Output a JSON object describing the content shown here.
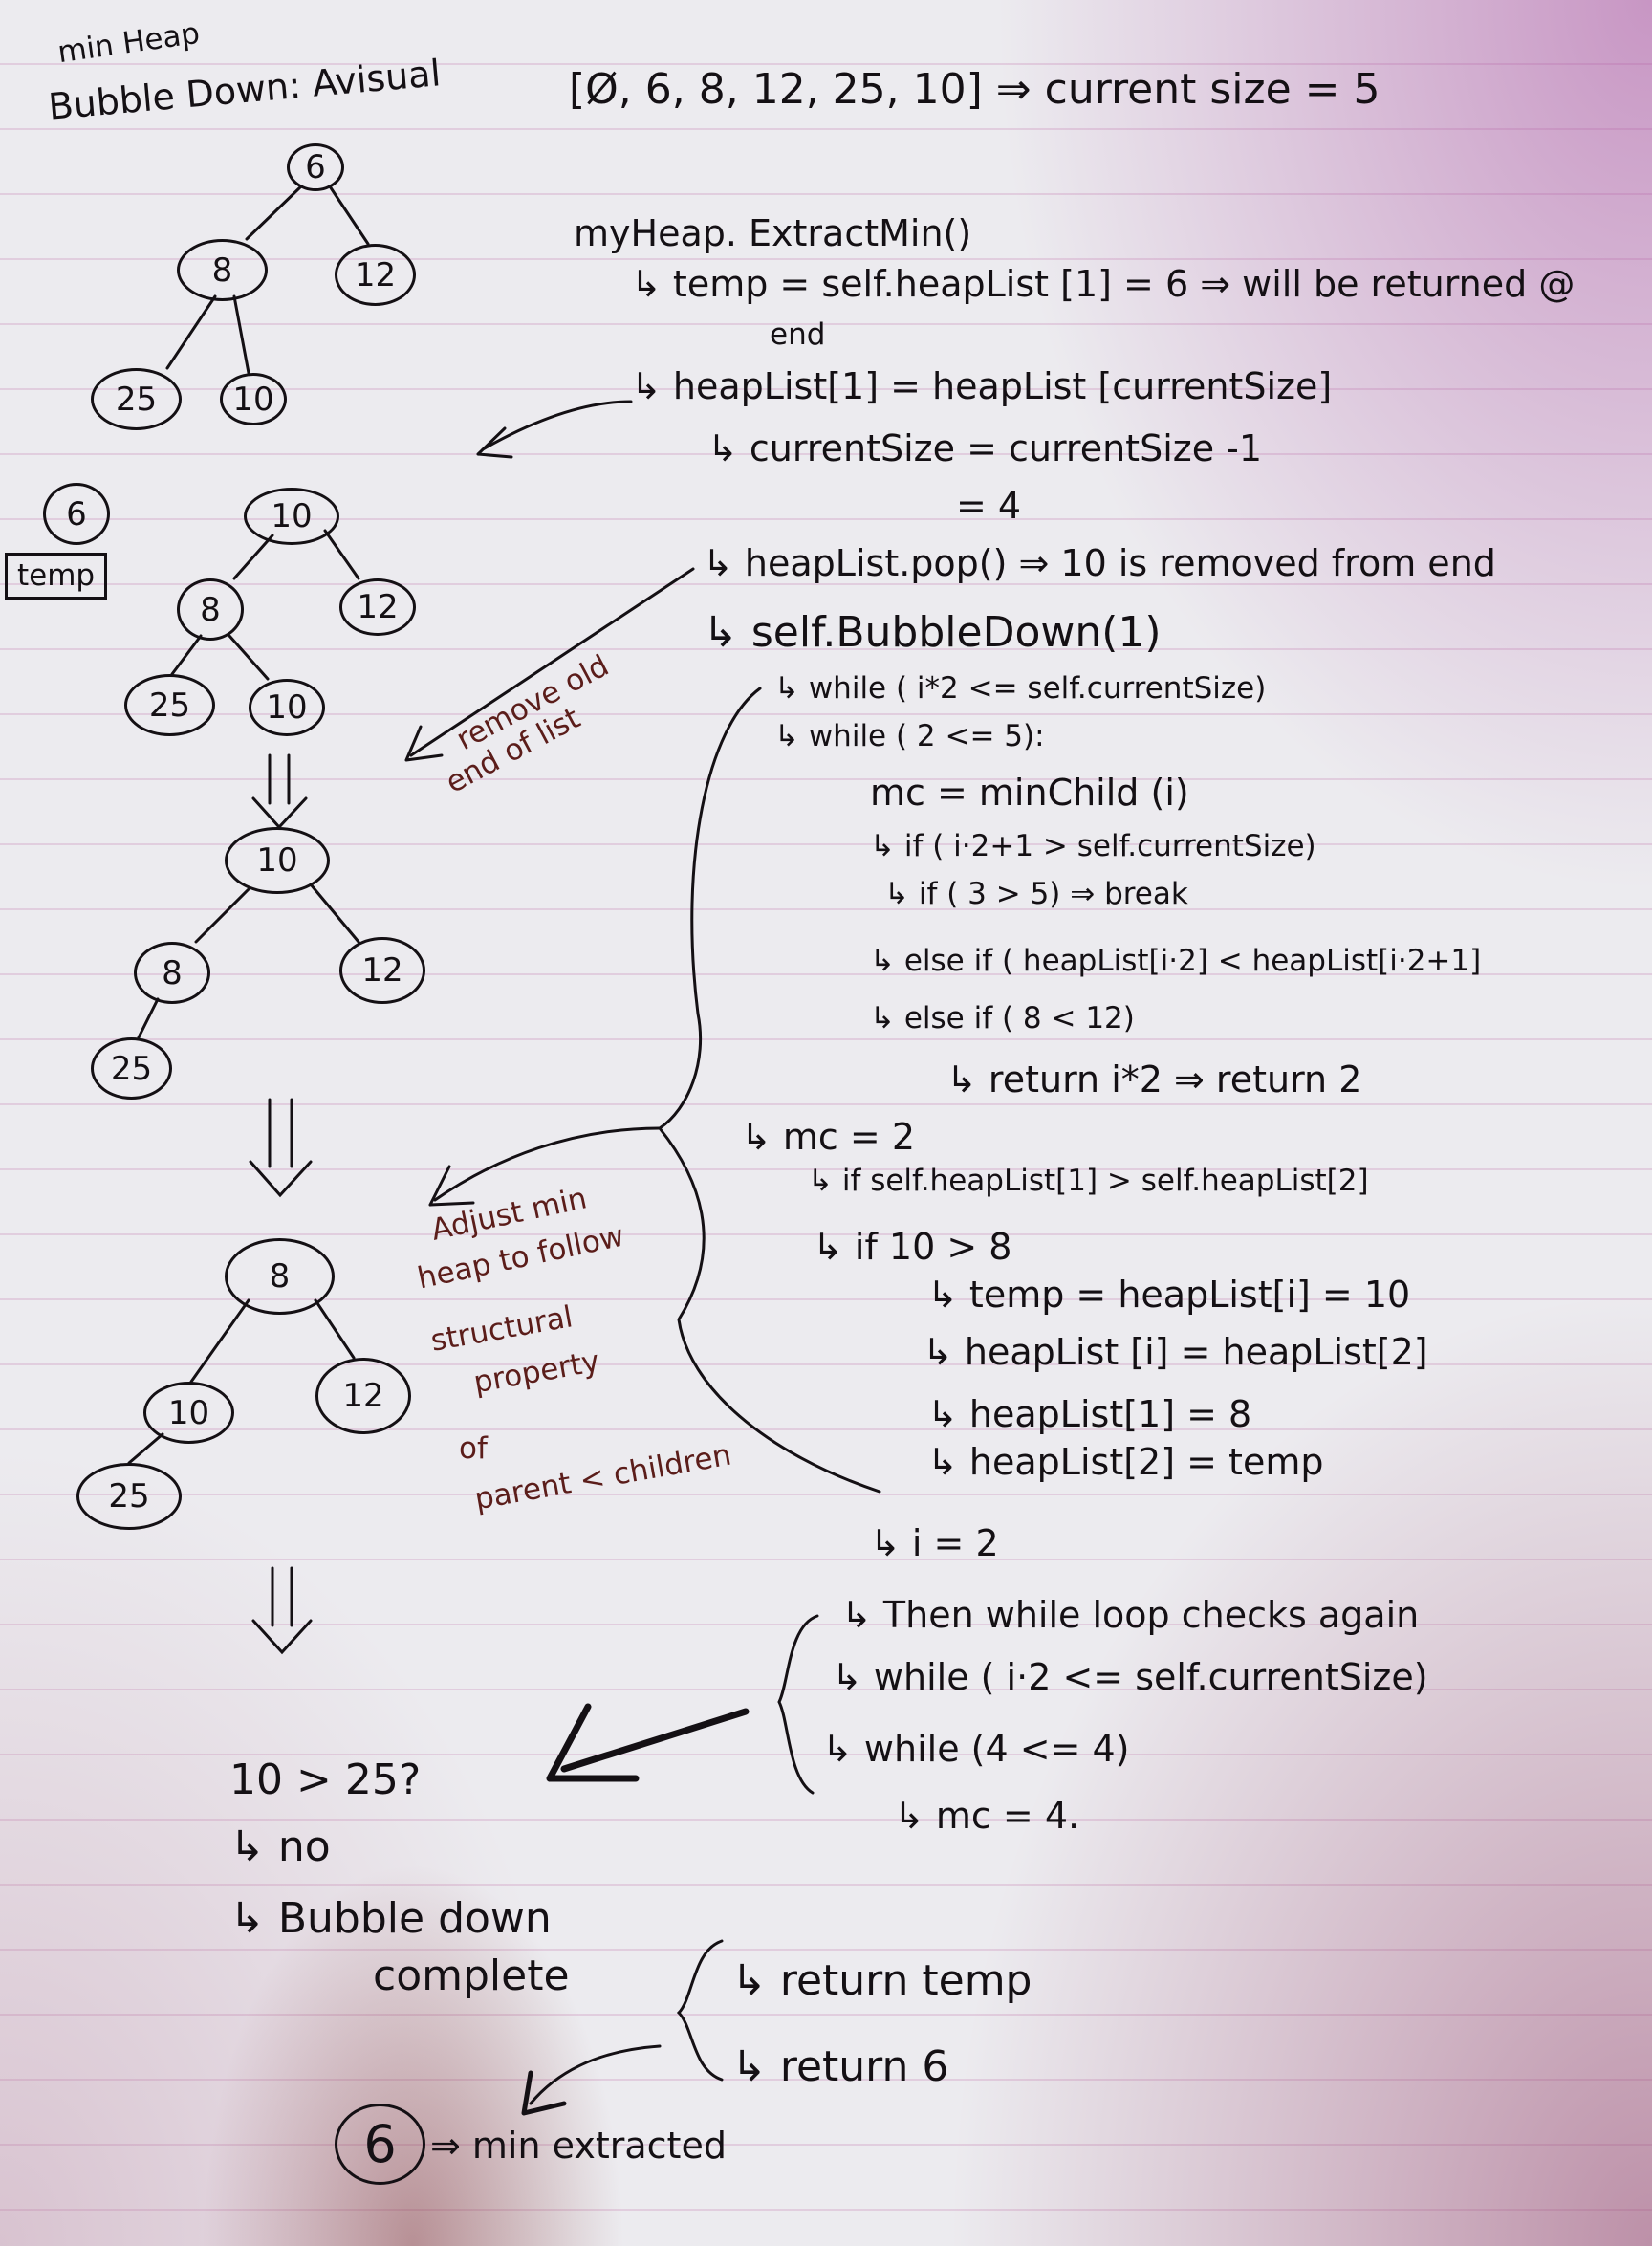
{
  "title": {
    "line1": "min Heap",
    "line2": "Bubble Down: Avisual"
  },
  "array_line": "[Ø, 6, 8, 12, 25, 10] ⇒ current size = 5",
  "steps": {
    "s1": "myHeap. ExtractMin()",
    "s2": "↳ temp = self.heapList [1] = 6 ⇒ will be returned @",
    "s3": "end",
    "s4": "↳ heapList[1] = heapList [currentSize]",
    "s5": "↳ currentSize = currentSize -1",
    "s6": "= 4",
    "s7": "↳ heapList.pop() ⇒ 10 is removed from end",
    "s8": "↳ self.BubbleDown(1)",
    "s9": "↳ while ( i*2 <= self.currentSize)",
    "s10": "↳ while ( 2 <= 5):",
    "s11": "mc = minChild (i)",
    "s12": "↳ if ( i·2+1 > self.currentSize)",
    "s13": "↳ if ( 3 > 5) ⇒ break",
    "s14": "↳ else if ( heapList[i·2] < heapList[i·2+1]",
    "s15": "↳ else if ( 8 < 12)",
    "s16": "↳ return i*2 ⇒ return 2",
    "s17": "↳ mc = 2",
    "s18": "↳ if self.heapList[1] > self.heapList[2]",
    "s19": "↳ if 10 > 8",
    "s20": "↳ temp = heapList[i] = 10",
    "s21": "↳ heapList [i] = heapList[2]",
    "s22": "↳ heapList[1] = 8",
    "s23": "↳ heapList[2] = temp",
    "s24": "↳ i = 2",
    "s25": "↳ Then while loop checks again",
    "s26": "↳ while ( i·2 <= self.currentSize)",
    "s27": "↳ while (4 <= 4)",
    "s28": "↳ mc = 4.",
    "s29": "10 > 25?",
    "s30": "↳ no",
    "s31": "↳ Bubble down",
    "s32": "complete",
    "s33": "↳ return temp",
    "s34": "↳ return 6",
    "s35": "⇒ min extracted"
  },
  "notes": {
    "remove_l1": "remove old",
    "remove_l2": "end of list",
    "adjust_l1": "Adjust min",
    "adjust_l2": "heap to follow",
    "adjust_l3": "structural",
    "adjust_l4": "property",
    "adjust_l5": "of",
    "adjust_l6": "parent < children"
  },
  "temp_label": "temp",
  "temp_value": "6",
  "final_value": "6",
  "trees": {
    "t1": [
      "6",
      "8",
      "12",
      "25",
      "10"
    ],
    "t2": [
      "10",
      "8",
      "12",
      "25",
      "10"
    ],
    "t3": [
      "10",
      "8",
      "12",
      "25"
    ],
    "t4": [
      "8",
      "10",
      "12",
      "25"
    ]
  },
  "colors": {
    "ink": "#141014",
    "note_ink": "#5b1d1a"
  }
}
